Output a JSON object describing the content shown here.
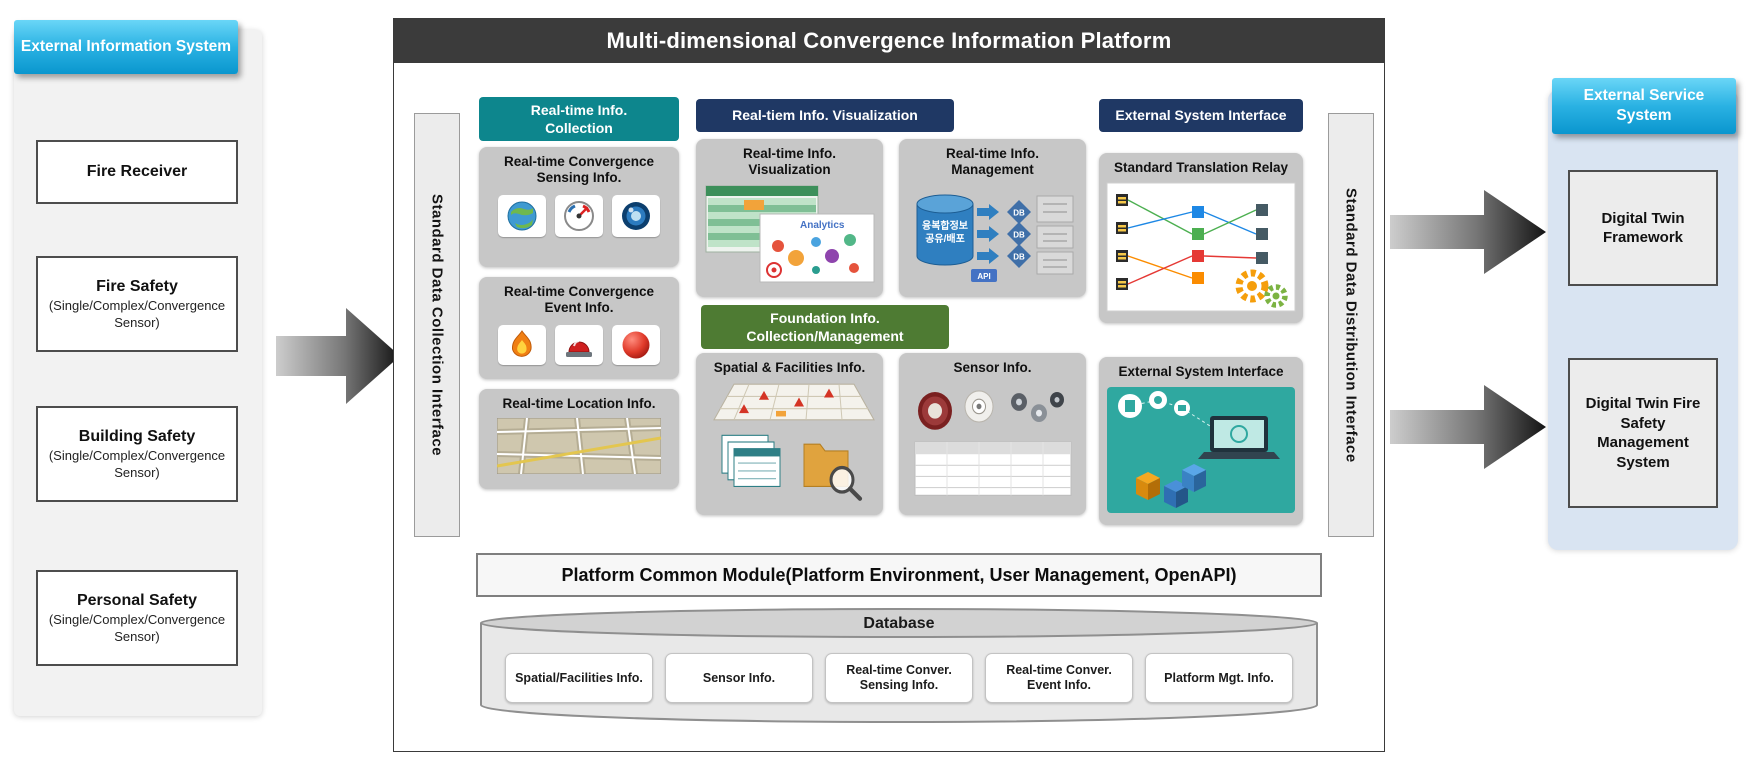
{
  "left_panel": {
    "header": "External Information System",
    "boxes": [
      {
        "title": "Fire Receiver",
        "subtitle": ""
      },
      {
        "title": "Fire Safety",
        "subtitle": "(Single/Complex/Convergence Sensor)"
      },
      {
        "title": "Building Safety",
        "subtitle": "(Single/Complex/Convergence Sensor)"
      },
      {
        "title": "Personal Safety",
        "subtitle": "(Single/Complex/Convergence Sensor)"
      }
    ]
  },
  "platform": {
    "title": "Multi-dimensional Convergence Information Platform",
    "collection_interface_label": "Standard Data Collection Interface",
    "distribution_interface_label": "Standard Data Distribution Interface",
    "realtime_collection": {
      "header_line1": "Real-time Info.",
      "header_line2": "Collection",
      "card_sensing_title": "Real-time Convergence Sensing Info.",
      "card_event_title": "Real-time Convergence Event Info.",
      "card_location_title": "Real-time Location Info."
    },
    "visualization_section": {
      "header": "Real-tiem Info. Visualization",
      "card_visualization_title": "Real-time Info. Visualization",
      "card_management_title": "Real-time Info. Management",
      "analytics_label": "Analytics",
      "cylinder_line1": "융복합정보",
      "cylinder_line2": "공유/배포",
      "db_label": "DB",
      "api_label": "API"
    },
    "foundation_section": {
      "header_line1": "Foundation Info.",
      "header_line2": "Collection/Management",
      "card_spatial_title": "Spatial & Facilities Info.",
      "card_sensor_title": "Sensor Info."
    },
    "external_interface_section": {
      "header": "External System Interface",
      "card_relay_title": "Standard Translation Relay",
      "card_interface_title": "External System Interface"
    },
    "common_module_label": "Platform Common Module(Platform Environment, User Management, OpenAPI)",
    "database": {
      "title": "Database",
      "items": [
        "Spatial/Facilities Info.",
        "Sensor Info.",
        "Real-time Conver. Sensing Info.",
        "Real-time Conver. Event Info.",
        "Platform Mgt. Info."
      ]
    }
  },
  "right_panel": {
    "header": "External Service System",
    "boxes": [
      {
        "title": "Digital Twin Framework"
      },
      {
        "title": "Digital Twin Fire Safety Management System"
      }
    ]
  },
  "colors": {
    "cyan": "#2ab2e3",
    "dark_header": "#3b3b3b",
    "teal": "#0d868d",
    "navy": "#1f3864",
    "green": "#4e7b33",
    "card_gray": "#c7c7c7",
    "right_panel_blue": "#d9e4f2"
  }
}
